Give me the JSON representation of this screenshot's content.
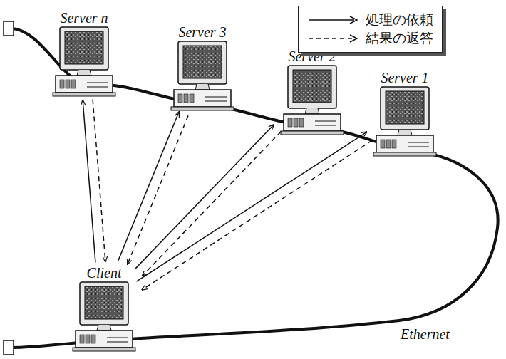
{
  "diagram": {
    "nodes": [
      {
        "text": [
          "Server n"
        ]
      },
      {
        "text": [
          "Server 3"
        ]
      },
      {
        "text": [
          "Server 2"
        ]
      },
      {
        "text": [
          "Server 1"
        ]
      },
      {
        "text": [
          "Client"
        ]
      }
    ],
    "edges": [
      {
        "from": 4,
        "to": 0,
        "arrow": "to"
      },
      {
        "from": 0,
        "to": 4,
        "arrow": "to"
      },
      {
        "from": 4,
        "to": 1,
        "arrow": "to"
      },
      {
        "from": 1,
        "to": 4,
        "arrow": "to"
      },
      {
        "from": 4,
        "to": 2,
        "arrow": "to"
      },
      {
        "from": 2,
        "to": 4,
        "arrow": "to"
      },
      {
        "from": 4,
        "to": 3,
        "arrow": "to"
      },
      {
        "from": 3,
        "to": 4,
        "arrow": "to"
      }
    ],
    "labels": [
      "Ethernet"
    ],
    "legend": [
      {
        "text": "処理の依頼"
      },
      {
        "text": "結果の返答"
      }
    ]
  }
}
